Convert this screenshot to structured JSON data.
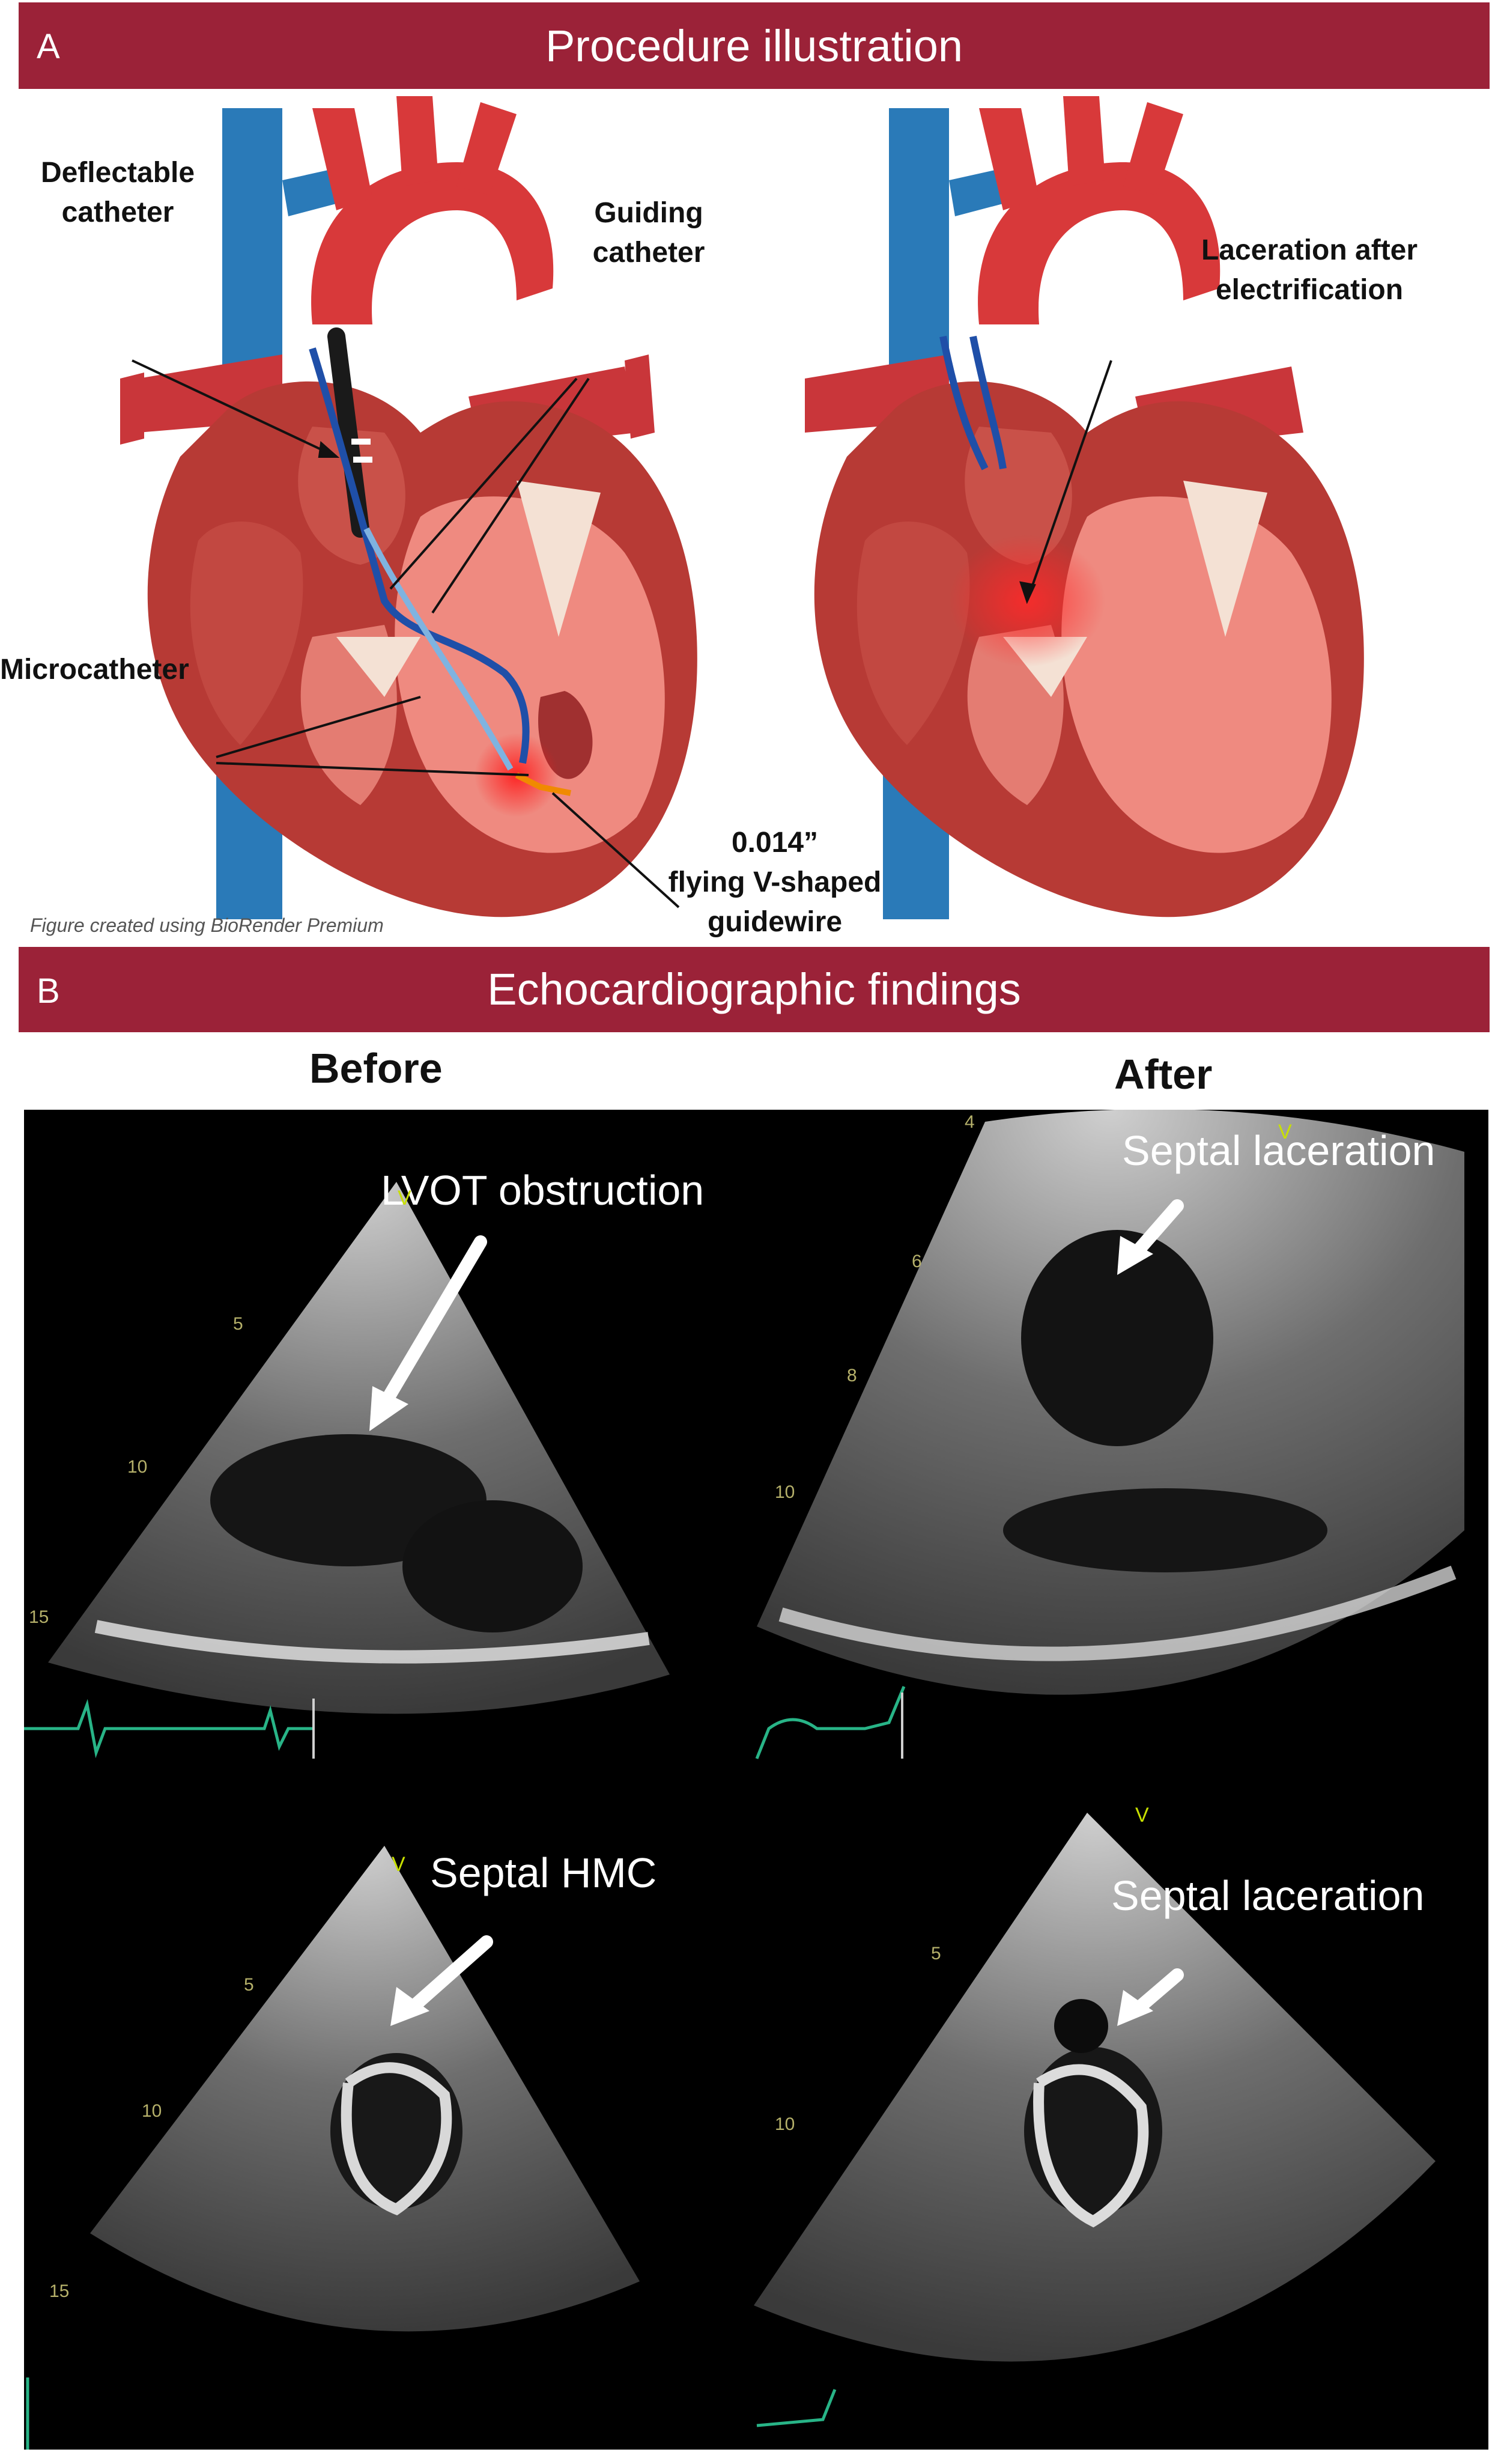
{
  "panel_a": {
    "letter": "A",
    "title": "Procedure illustration",
    "labels": {
      "deflectable_catheter": [
        "Deflectable",
        "catheter"
      ],
      "guiding_catheter": [
        "Guiding",
        "catheter"
      ],
      "microcatheter": "Microcatheter",
      "guidewire": [
        "0.014”",
        "flying V-shaped",
        "guidewire"
      ],
      "laceration": [
        "Laceration after",
        "electrification"
      ]
    },
    "credit": "Figure created using BioRender Premium"
  },
  "panel_b": {
    "letter": "B",
    "title": "Echocardiographic findings",
    "col_before": "Before",
    "col_after": "After",
    "labels": {
      "lvot": "LVOT obstruction",
      "septal_laceration_top": "Septal laceration",
      "septal_hmc": "Septal HMC",
      "septal_laceration_bottom": "Septal laceration"
    },
    "depth_marks": {
      "tl": [
        "5",
        "10",
        "15"
      ],
      "tr": [
        "4",
        "6",
        "8",
        "10"
      ],
      "bl": [
        "5",
        "10",
        "15"
      ],
      "br": [
        "5",
        "10"
      ]
    },
    "v_marker": "V"
  },
  "colors": {
    "banner": "#9b2238",
    "artery_red": "#d8393a",
    "vein_blue": "#2a7ab8",
    "myocardium": "#b73a35",
    "chamber": "#ef8a80",
    "echo_bg": "#000000",
    "ecg": "#28b487"
  }
}
